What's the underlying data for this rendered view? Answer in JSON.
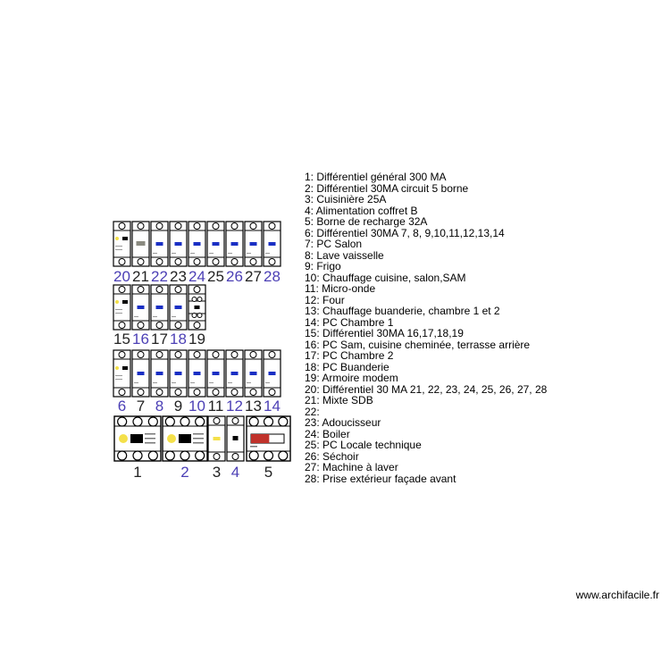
{
  "board": {
    "row1": {
      "labels": [
        "20",
        "21",
        "22",
        "23",
        "24",
        "25",
        "26",
        "27",
        "28"
      ],
      "label_colors": [
        "blue",
        "black",
        "blue",
        "black",
        "blue",
        "black",
        "blue",
        "black",
        "blue"
      ],
      "types": [
        "diff",
        "gray",
        "blue",
        "blue",
        "blue",
        "blue",
        "blue",
        "blue",
        "blue"
      ]
    },
    "row2": {
      "labels": [
        "15",
        "16",
        "17",
        "18",
        "19"
      ],
      "label_colors": [
        "black",
        "blue",
        "black",
        "blue",
        "black"
      ],
      "types": [
        "diff",
        "blue",
        "blue",
        "blue",
        "modem"
      ]
    },
    "row3": {
      "labels": [
        "6",
        "7",
        "8",
        "9",
        "10",
        "11",
        "12",
        "13",
        "14"
      ],
      "label_colors": [
        "blue",
        "black",
        "blue",
        "black",
        "blue",
        "black",
        "blue",
        "black",
        "blue"
      ],
      "types": [
        "diff",
        "blue",
        "blue",
        "blue",
        "blue",
        "blue",
        "blue",
        "blue",
        "blue"
      ]
    },
    "row4": {
      "labels": [
        "1",
        "2",
        "3",
        "4",
        "5"
      ],
      "label_colors": [
        "black",
        "blue",
        "black",
        "blue",
        "black"
      ],
      "types": [
        "main",
        "main",
        "yellow",
        "small",
        "borne"
      ]
    }
  },
  "legend": [
    "1: Différentiel général 300 MA",
    "2: Différentiel 30MA circuit 5 borne",
    "3: Cuisinière 25A",
    "4: Alimentation coffret B",
    "5: Borne de recharge 32A",
    "6: Différentiel 30MA 7, 8, 9,10,11,12,13,14",
    "7: PC Salon",
    "8: Lave vaisselle",
    "9: Frigo",
    "10: Chauffage cuisine, salon,SAM",
    "11: Micro-onde",
    "12: Four",
    "13: Chauffage buanderie, chambre 1 et 2",
    "14: PC Chambre 1",
    "15: Différentiel 30MA 16,17,18,19",
    "16: PC Sam, cuisine cheminée, terrasse arrière",
    "17: PC Chambre 2",
    "18: PC Buanderie",
    "19: Armoire modem",
    "20: Différentiel 30 MA 21, 22, 23, 24, 25, 26, 27, 28",
    "21: Mixte SDB",
    "22:",
    "23: Adoucisseur",
    "24: Boiler",
    "25: PC Locale technique",
    "26: Séchoir",
    "27: Machine à laver",
    "28: Prise extérieur façade avant"
  ],
  "credit": "www.archifacile.fr",
  "colors": {
    "label_blue": "#4b3fb5",
    "label_black": "#222222",
    "switch_blue": "#1a2fc4",
    "switch_gray": "#8a8a80",
    "switch_yellow": "#f4e04a",
    "switch_red": "#c0322b",
    "frame": "#000000"
  }
}
